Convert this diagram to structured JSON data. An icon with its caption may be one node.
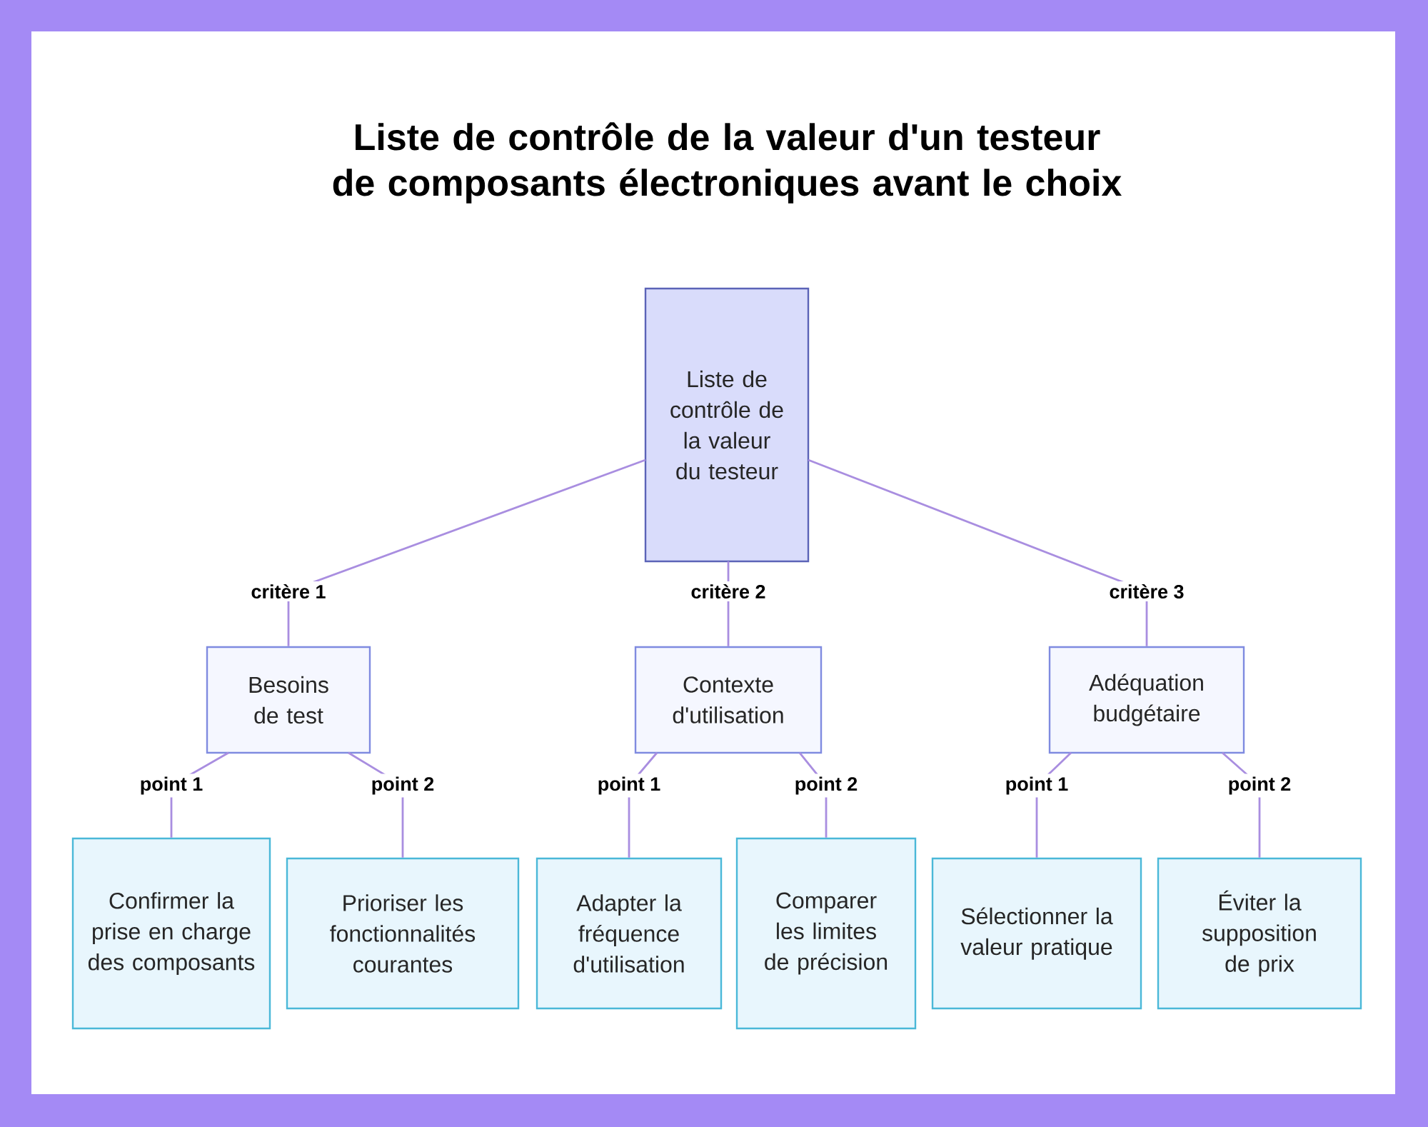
{
  "diagram": {
    "title": "Liste de contrôle de la valeur d'un testeur de composants électroniques avant le choix",
    "nodes": [
      {
        "text": [
          "Liste de contrôle de la valeur du testeur"
        ]
      },
      {
        "text": [
          "Besoins de test"
        ]
      },
      {
        "text": [
          "Contexte d'utilisation"
        ]
      },
      {
        "text": [
          "Adéquation budgétaire"
        ]
      },
      {
        "text": [
          "Confirmer la prise en charge des composants"
        ]
      },
      {
        "text": [
          "Prioriser les fonctionnalités courantes"
        ]
      },
      {
        "text": [
          "Adapter la fréquence d'utilisation"
        ]
      },
      {
        "text": [
          "Comparer les limites de précision"
        ]
      },
      {
        "text": [
          "Sélectionner la valeur pratique"
        ]
      },
      {
        "text": [
          "Éviter la supposition de prix"
        ]
      }
    ],
    "edges": [
      {
        "from": 0,
        "to": 1,
        "arrow": "none",
        "label": "critère 1"
      },
      {
        "from": 0,
        "to": 2,
        "arrow": "none",
        "label": "critère 2"
      },
      {
        "from": 0,
        "to": 3,
        "arrow": "none",
        "label": "critère 3"
      },
      {
        "from": 1,
        "to": 4,
        "arrow": "none",
        "label": "point 1"
      },
      {
        "from": 1,
        "to": 5,
        "arrow": "none",
        "label": "point 2"
      },
      {
        "from": 2,
        "to": 6,
        "arrow": "none",
        "label": "point 1"
      },
      {
        "from": 2,
        "to": 7,
        "arrow": "none",
        "label": "point 2"
      },
      {
        "from": 3,
        "to": 8,
        "arrow": "none",
        "label": "point 1"
      },
      {
        "from": 3,
        "to": 9,
        "arrow": "none",
        "label": "point 2"
      }
    ]
  }
}
